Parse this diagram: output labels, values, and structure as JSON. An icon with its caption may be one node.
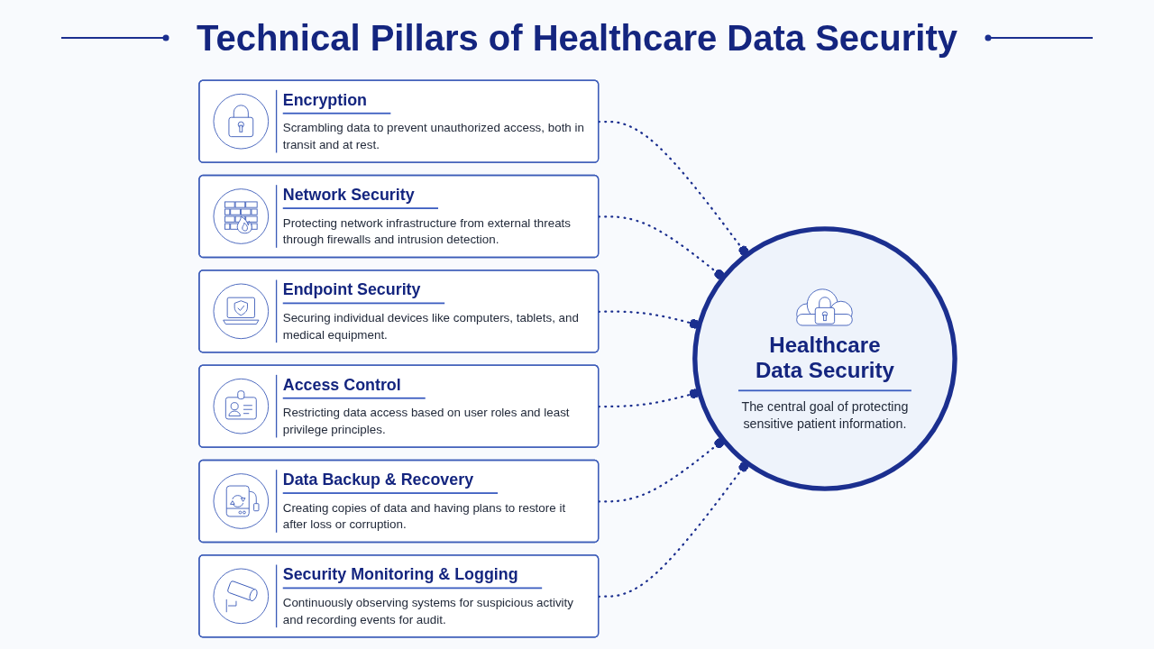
{
  "diagram": {
    "title": "Technical Pillars of Healthcare Data Security",
    "nodes": [
      {
        "text": [
          "Encryption",
          "Scrambling data to prevent unauthorized access, both in transit and at rest."
        ]
      },
      {
        "text": [
          "Network Security",
          "Protecting network infrastructure from external threats through firewalls and intrusion detection."
        ]
      },
      {
        "text": [
          "Endpoint Security",
          "Securing individual devices like computers, tablets, and medical equipment."
        ]
      },
      {
        "text": [
          "Healthcare Data Security",
          "The central goal of protecting sensitive patient information."
        ]
      },
      {
        "text": [
          "Access Control",
          "Restricting data access based on user roles and least privilege principles."
        ]
      },
      {
        "text": [
          "Data Backup & Recovery",
          "Creating copies of data and having plans to restore it after loss or corruption."
        ]
      },
      {
        "text": [
          "Security Monitoring & Logging",
          "Continuously observing systems for suspicious activity and recording events for audit."
        ]
      }
    ],
    "edges": [
      {
        "from": 0,
        "to": 3,
        "arrow": "other",
        "style": "dashed"
      },
      {
        "from": 1,
        "to": 3,
        "arrow": "other",
        "style": "dashed"
      },
      {
        "from": 2,
        "to": 3,
        "arrow": "other",
        "style": "dashed"
      },
      {
        "from": 4,
        "to": 3,
        "arrow": "other",
        "style": "dashed"
      },
      {
        "from": 5,
        "to": 3,
        "arrow": "other",
        "style": "dashed"
      },
      {
        "from": 6,
        "to": 3,
        "arrow": "other",
        "style": "dashed"
      }
    ]
  }
}
